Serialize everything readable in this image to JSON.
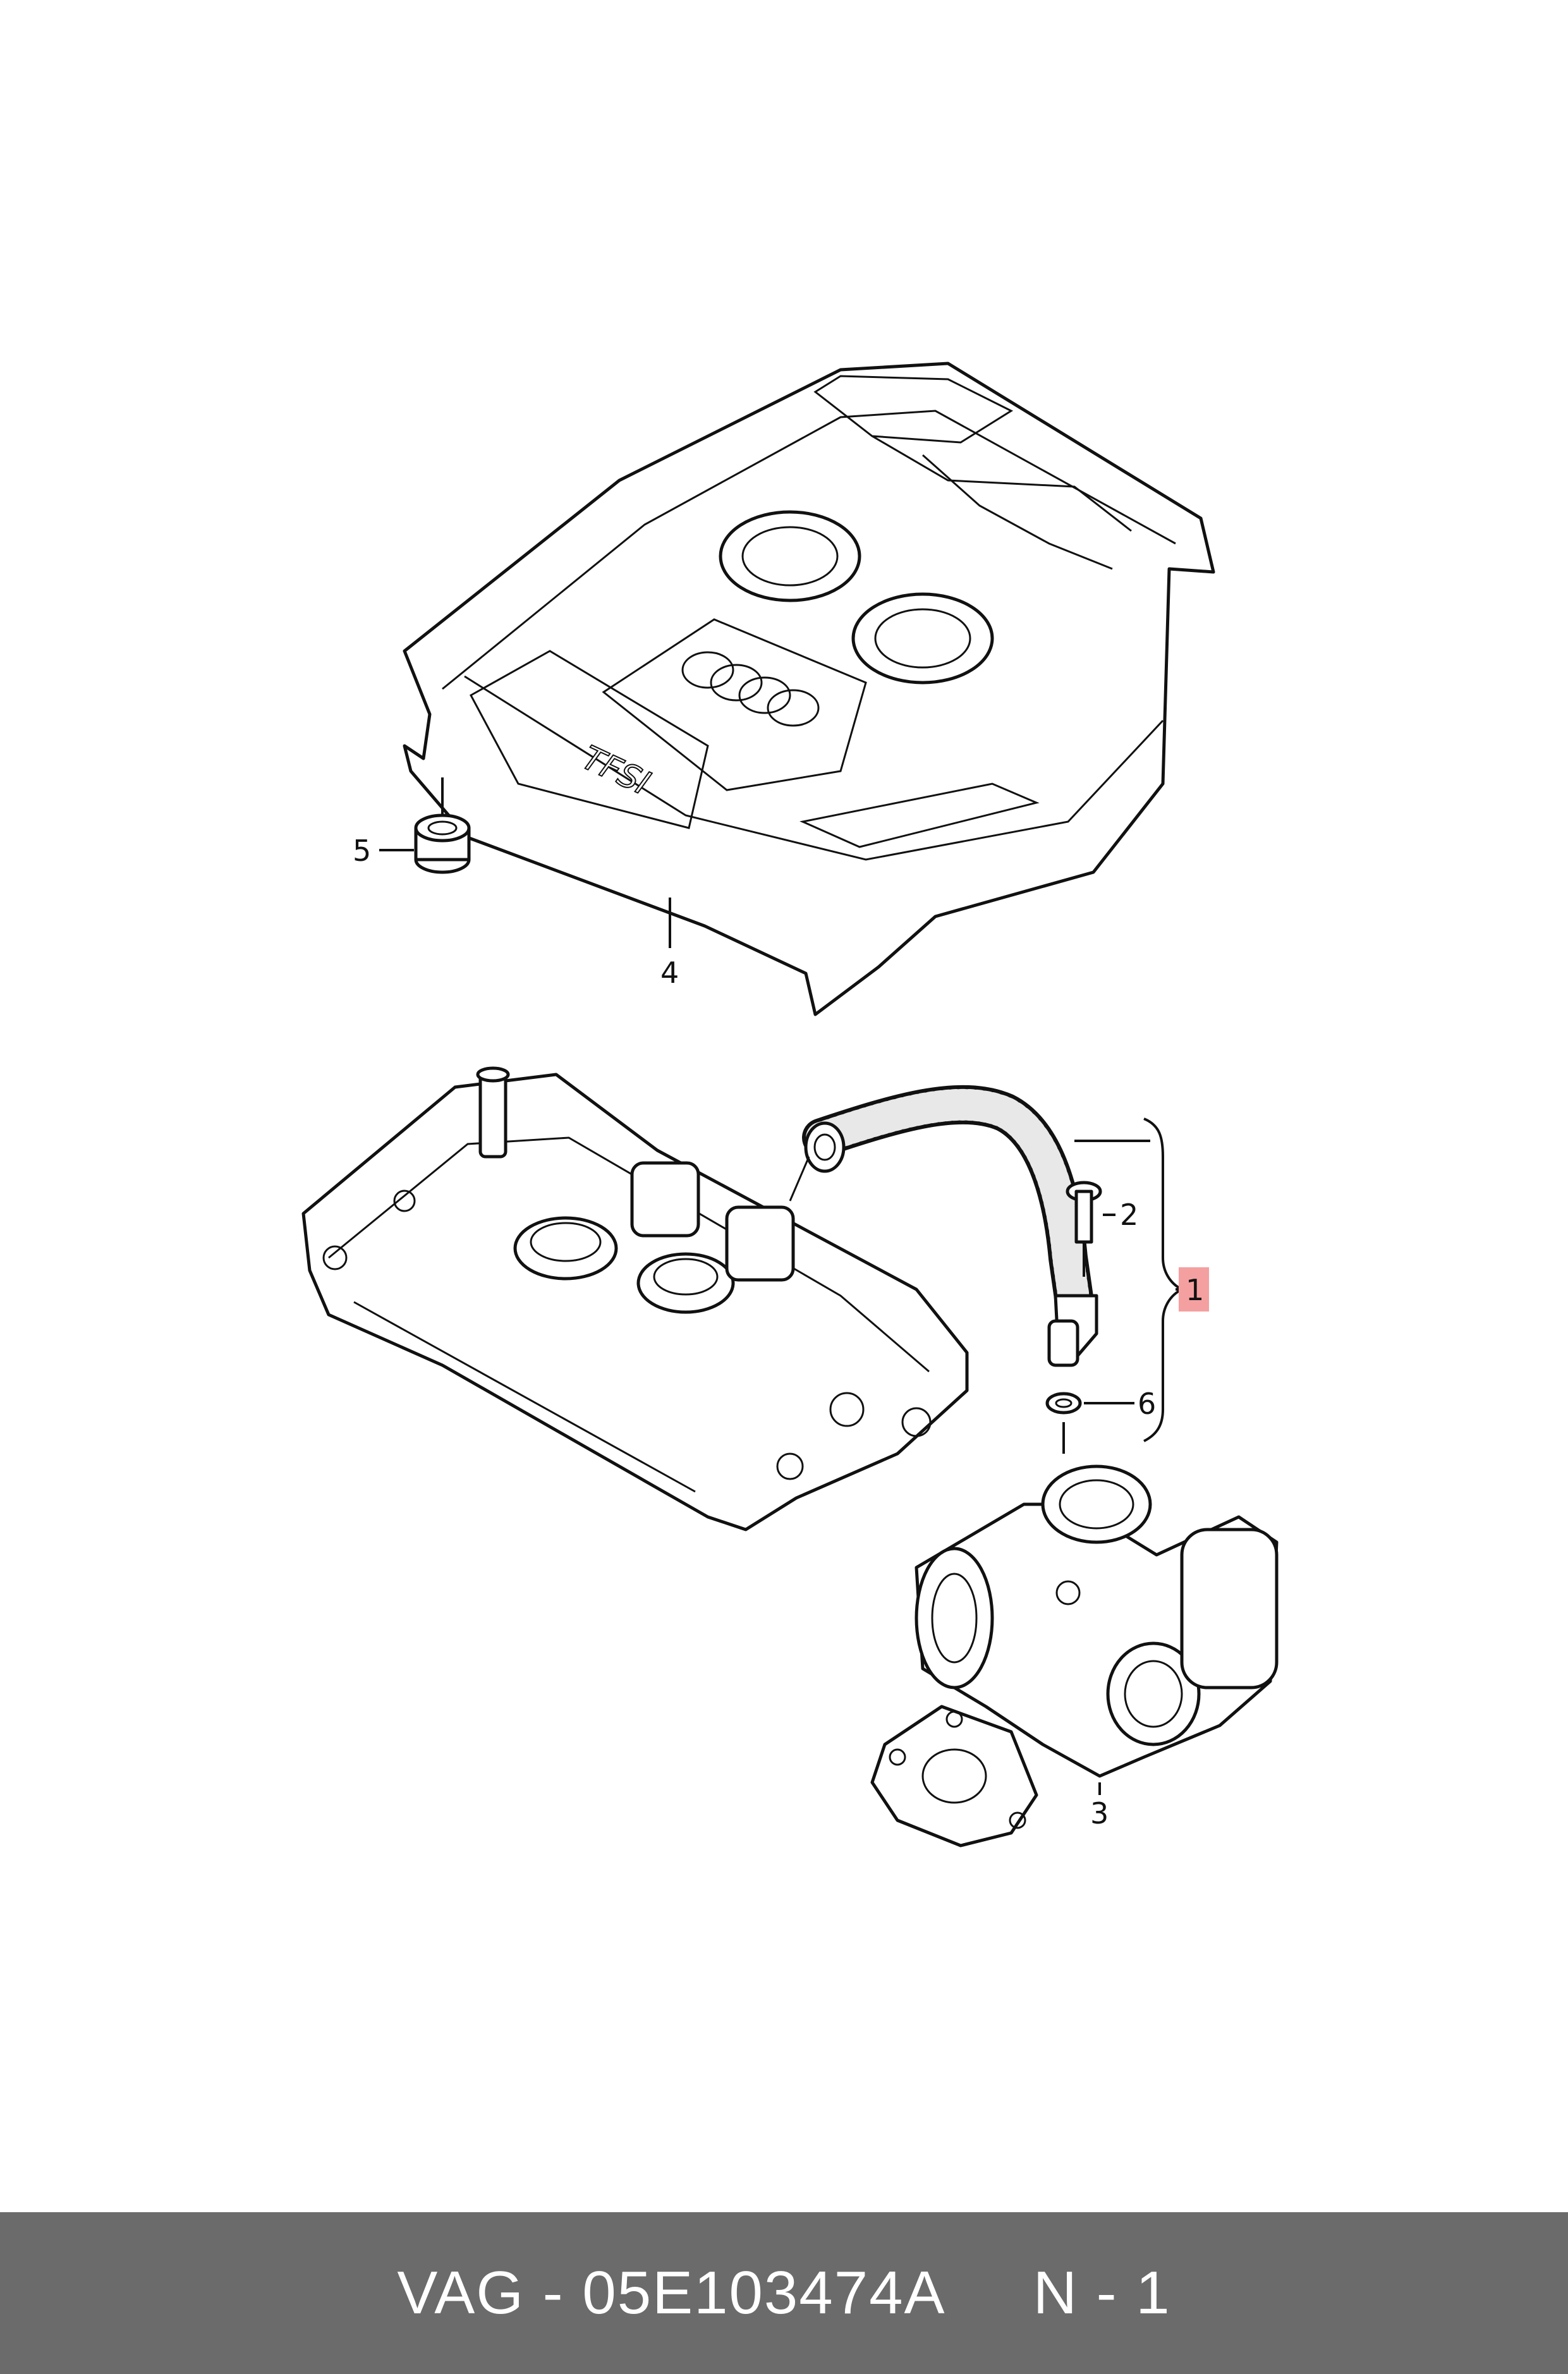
{
  "diagram": {
    "callouts": [
      "1",
      "2",
      "3",
      "4",
      "5",
      "6"
    ],
    "cover_badge": "TFSI",
    "highlight_color": "#f4a0a0"
  },
  "footer": {
    "text": "VAG - 05E103474A     N - 1",
    "background": "#6b6b6b"
  }
}
